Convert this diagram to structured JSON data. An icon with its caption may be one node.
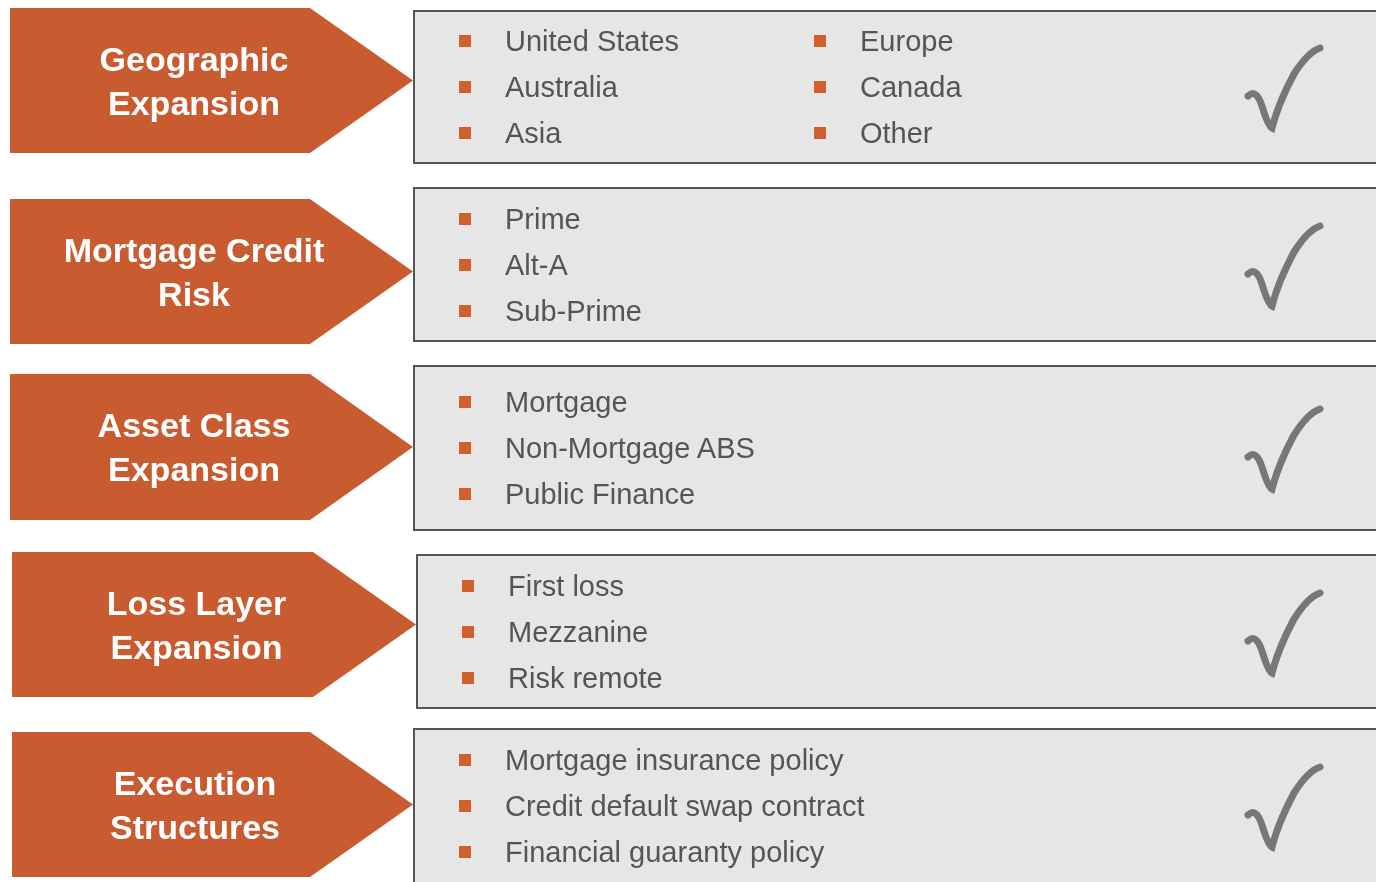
{
  "diagram": {
    "nodes": [
      {
        "text": [
          "Geographic Expansion"
        ]
      },
      {
        "text": [
          "United States",
          "Australia",
          "Asia",
          "Europe",
          "Canada",
          "Other"
        ]
      },
      {
        "text": [
          "Mortgage Credit Risk"
        ]
      },
      {
        "text": [
          "Prime",
          "Alt-A",
          "Sub-Prime"
        ]
      },
      {
        "text": [
          "Asset Class Expansion"
        ]
      },
      {
        "text": [
          "Mortgage",
          "Non-Mortgage ABS",
          "Public Finance"
        ]
      },
      {
        "text": [
          "Loss Layer Expansion"
        ]
      },
      {
        "text": [
          "First loss",
          "Mezzanine",
          "Risk remote"
        ]
      },
      {
        "text": [
          "Execution Structures"
        ]
      },
      {
        "text": [
          "Mortgage insurance policy",
          "Credit default swap contract",
          "Financial guaranty policy"
        ]
      }
    ]
  }
}
